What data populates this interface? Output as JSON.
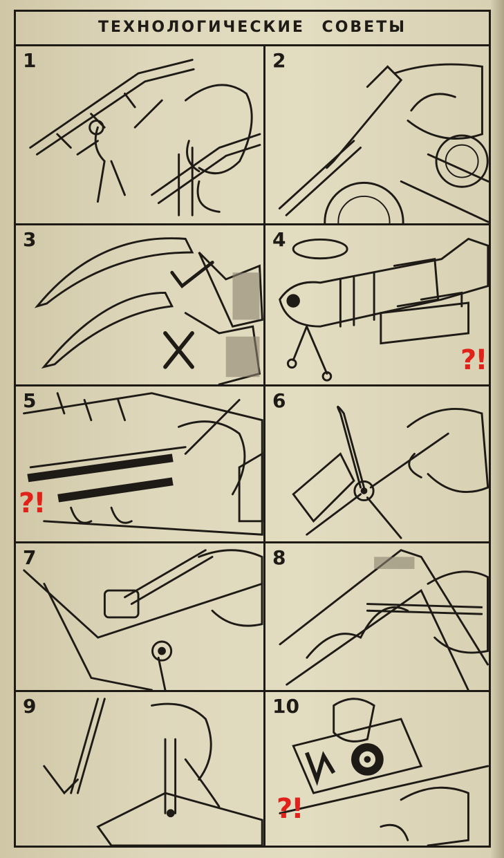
{
  "title": "ТЕХНОЛОГИЧЕСКИЕ СОВЕТЫ",
  "panels": [
    {
      "number": "1"
    },
    {
      "number": "2"
    },
    {
      "number": "3"
    },
    {
      "number": "4"
    },
    {
      "number": "5"
    },
    {
      "number": "6"
    },
    {
      "number": "7"
    },
    {
      "number": "8"
    },
    {
      "number": "9"
    },
    {
      "number": "10"
    }
  ],
  "marks": [
    "?!",
    "?!",
    "?!"
  ],
  "colors": {
    "ink": "#1e1b17",
    "paper": "#e0dabf",
    "mark": "#e0221a"
  }
}
